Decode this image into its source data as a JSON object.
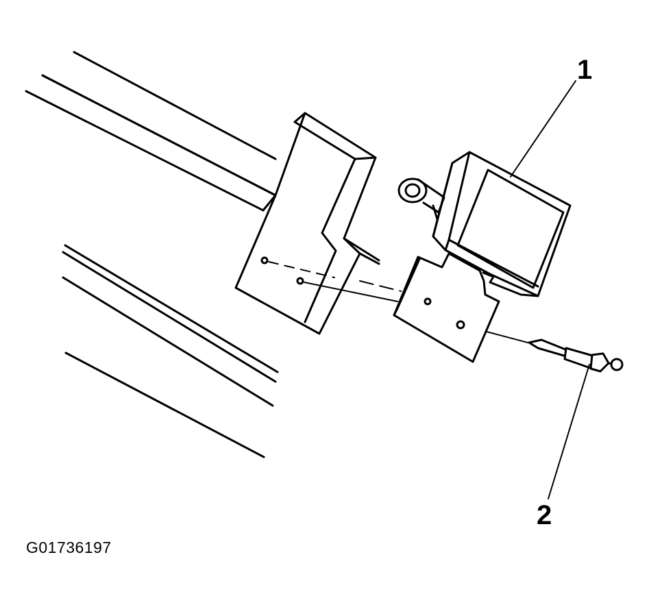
{
  "diagram": {
    "figure_id": "G01736197",
    "callouts": [
      {
        "number": "1",
        "part": "control-module"
      },
      {
        "number": "2",
        "part": "push-pin-fastener"
      }
    ],
    "stroke_color": "#000000",
    "background_color": "#ffffff"
  }
}
